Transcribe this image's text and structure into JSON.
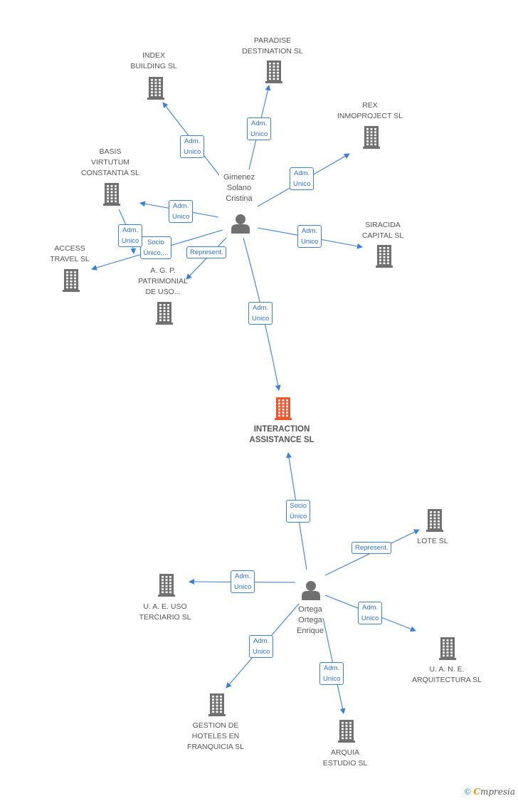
{
  "diagram": {
    "colors": {
      "edge": "#3d7fd6",
      "building": "#707070",
      "highlight": "#f2542d",
      "person": "#707070"
    },
    "nodes": [
      {
        "id": "index",
        "kind": "company",
        "label": "INDEX\nBUILDING SL",
        "icon": "building-icon"
      },
      {
        "id": "paradise",
        "kind": "company",
        "label": "PARADISE\nDESTINATION SL",
        "icon": "building-icon"
      },
      {
        "id": "rex",
        "kind": "company",
        "label": "REX\nINMOPROJECT SL",
        "icon": "building-icon"
      },
      {
        "id": "basis",
        "kind": "company",
        "label": "BASIS\nVIRTUTUM\nCONSTANTIA SL",
        "icon": "building-icon"
      },
      {
        "id": "access",
        "kind": "company",
        "label": "ACCESS\nTRAVEL SL",
        "icon": "building-icon"
      },
      {
        "id": "agp",
        "kind": "company",
        "label": "A. G. P.\nPATRIMONIAL\nDE USO...",
        "icon": "building-icon"
      },
      {
        "id": "siracida",
        "kind": "company",
        "label": "SIRACIDA\nCAPITAL SL",
        "icon": "building-icon"
      },
      {
        "id": "interaction",
        "kind": "company-main",
        "label": "INTERACTION\nASSISTANCE SL",
        "icon": "building-highlight-icon"
      },
      {
        "id": "gimenez",
        "kind": "person",
        "label": "Gimenez\nSolano\nCristina",
        "icon": "person-icon"
      },
      {
        "id": "ortega",
        "kind": "person",
        "label": "Ortega\nOrtega\nEnrique",
        "icon": "person-icon"
      },
      {
        "id": "lote",
        "kind": "company",
        "label": "LOTE SL",
        "icon": "building-icon"
      },
      {
        "id": "uae",
        "kind": "company",
        "label": "U. A. E. USO\nTERCIARIO SL",
        "icon": "building-icon"
      },
      {
        "id": "uane",
        "kind": "company",
        "label": "U. A. N. E.\nARQUITECTURA SL",
        "icon": "building-icon"
      },
      {
        "id": "gestion",
        "kind": "company",
        "label": "GESTION DE\nHOTELES EN\nFRANQUICIA SL",
        "icon": "building-icon"
      },
      {
        "id": "arquia",
        "kind": "company",
        "label": "ARQUIA\nESTUDIO SL",
        "icon": "building-icon"
      }
    ],
    "edges": [
      {
        "from": "gimenez",
        "to": "index",
        "label": "Adm.\nUnico"
      },
      {
        "from": "gimenez",
        "to": "paradise",
        "label": "Adm.\nUnico"
      },
      {
        "from": "gimenez",
        "to": "rex",
        "label": "Adm.\nUnico"
      },
      {
        "from": "gimenez",
        "to": "basis",
        "label": "Adm.\nUnico"
      },
      {
        "from": "gimenez",
        "to": "access",
        "label": "Socio\nÚnico,..."
      },
      {
        "from": "gimenez",
        "to": "agp",
        "label": "Represent."
      },
      {
        "from": "gimenez",
        "to": "siracida",
        "label": "Adm.\nUnico"
      },
      {
        "from": "gimenez",
        "to": "interaction",
        "label": "Adm.\nUnico"
      },
      {
        "from": "basis",
        "to": "access",
        "label": "Adm.\nUnico"
      },
      {
        "from": "ortega",
        "to": "interaction",
        "label": "Socio\nÚnico"
      },
      {
        "from": "ortega",
        "to": "lote",
        "label": "Represent."
      },
      {
        "from": "ortega",
        "to": "uae",
        "label": "Adm.\nUnico"
      },
      {
        "from": "ortega",
        "to": "uane",
        "label": "Adm.\nUnico"
      },
      {
        "from": "ortega",
        "to": "gestion",
        "label": "Adm.\nUnico"
      },
      {
        "from": "ortega",
        "to": "arquia",
        "label": "Adm.\nUnico"
      }
    ]
  },
  "brand": {
    "copyright": "©",
    "initial": "C",
    "name": "mpresia"
  }
}
